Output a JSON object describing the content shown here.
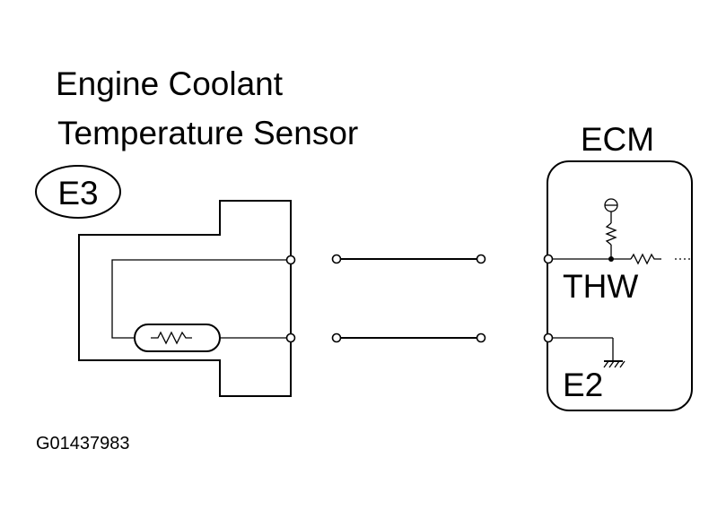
{
  "title_line1": "Engine Coolant",
  "title_line2": "Temperature Sensor",
  "connector": "E3",
  "ecm": "ECM",
  "pin_signal": "THW",
  "pin_ground": "E2",
  "figure_id": "G01437983"
}
